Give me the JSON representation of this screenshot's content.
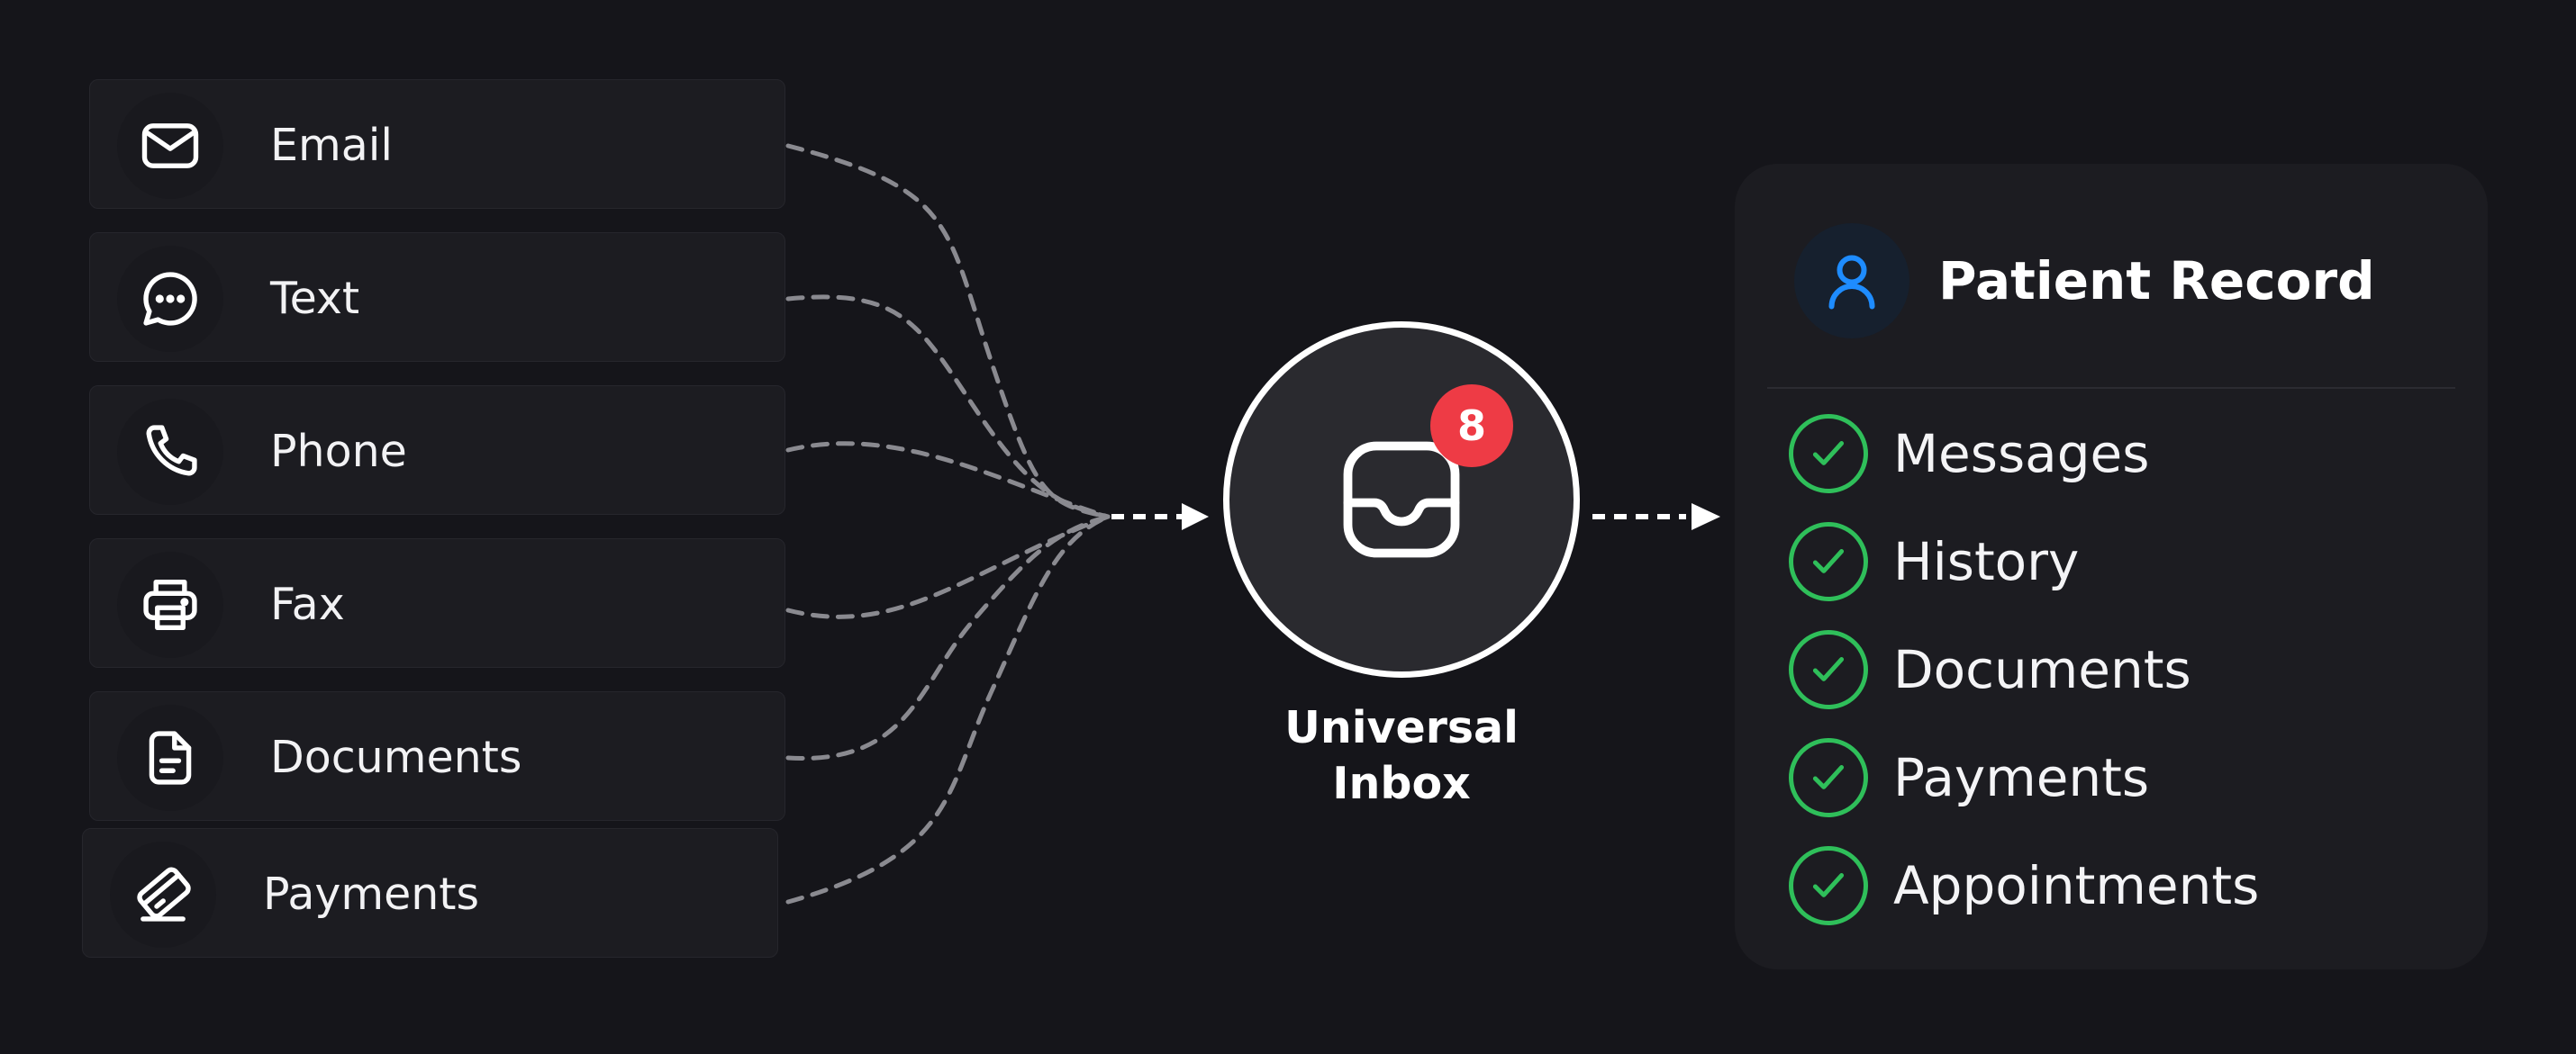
{
  "channels": [
    {
      "label": "Email",
      "icon": "mail-icon"
    },
    {
      "label": "Text",
      "icon": "chat-bubble-icon"
    },
    {
      "label": "Phone",
      "icon": "phone-icon"
    },
    {
      "label": "Fax",
      "icon": "printer-icon"
    },
    {
      "label": "Documents",
      "icon": "document-icon"
    },
    {
      "label": "Payments",
      "icon": "credit-card-icon"
    }
  ],
  "hub": {
    "label_line1": "Universal",
    "label_line2": "Inbox",
    "badge_count": "8",
    "icon": "inbox-tray-icon"
  },
  "record": {
    "title": "Patient Record",
    "icon": "user-icon",
    "items": [
      "Messages",
      "History",
      "Documents",
      "Payments",
      "Appointments"
    ],
    "item_icon": "check-circle-icon"
  },
  "colors": {
    "background": "#15151a",
    "card": "#1c1c21",
    "badge": "#ee3b45",
    "check": "#2fbf5a",
    "user_icon": "#1e8cff",
    "connector": "#8a8a90"
  }
}
